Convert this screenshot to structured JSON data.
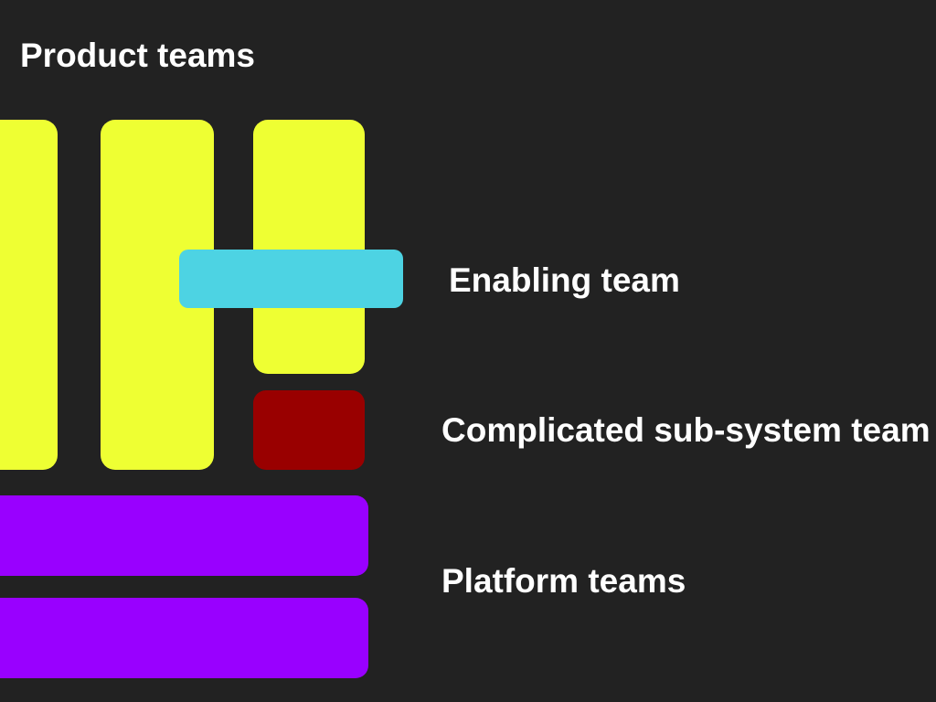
{
  "diagram": {
    "title": "Product teams",
    "labels": {
      "enabling": "Enabling team",
      "complicated": "Complicated sub-system team",
      "platform": "Platform teams"
    },
    "colors": {
      "background": "#222222",
      "text": "#ffffff",
      "product": "#eeff33",
      "enabling": "#4dd3e3",
      "complicated": "#990000",
      "platform": "#9900ff"
    }
  }
}
